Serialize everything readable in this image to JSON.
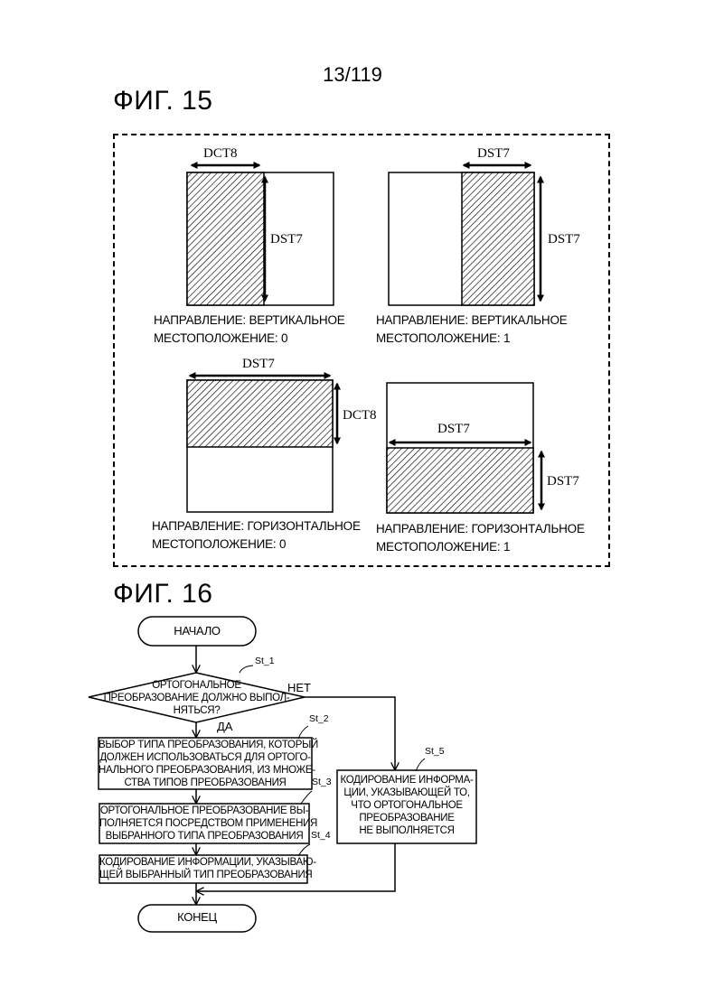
{
  "page_number": "13/119",
  "fig15": {
    "title": "ФИГ. 15",
    "blocks": [
      {
        "top_label": "DCT8",
        "side_label": "DST7",
        "caption1": "НАПРАВЛЕНИЕ: ВЕРТИКАЛЬНОЕ",
        "caption2": "МЕСТОПОЛОЖЕНИЕ: 0"
      },
      {
        "top_label": "DST7",
        "side_label": "DST7",
        "caption1": "НАПРАВЛЕНИЕ: ВЕРТИКАЛЬНОЕ",
        "caption2": "МЕСТОПОЛОЖЕНИЕ: 1"
      },
      {
        "top_label": "DST7",
        "side_label": "DCT8",
        "caption1": "НАПРАВЛЕНИЕ: ГОРИЗОНТАЛЬНОЕ",
        "caption2": "МЕСТОПОЛОЖЕНИЕ: 0"
      },
      {
        "top_label": "DST7",
        "side_label": "DST7",
        "caption1": "НАПРАВЛЕНИЕ: ГОРИЗОНТАЛЬНОЕ",
        "caption2": "МЕСТОПОЛОЖЕНИЕ: 1"
      }
    ]
  },
  "fig16": {
    "title": "ФИГ. 16",
    "start": "НАЧАЛО",
    "end": "КОНЕЦ",
    "decision": {
      "tag": "St_1",
      "lines": [
        "ОРТОГОНАЛЬНОЕ",
        "ПРЕОБРАЗОВАНИЕ ДОЛЖНО ВЫПОЛ-",
        "НЯТЬСЯ?"
      ],
      "yes": "ДА",
      "no": "НЕТ"
    },
    "step2": {
      "tag": "St_2",
      "lines": [
        "ВЫБОР ТИПА ПРЕОБРАЗОВАНИЯ, КОТОРЫЙ",
        "ДОЛЖЕН ИСПОЛЬЗОВАТЬСЯ ДЛЯ ОРТОГО-",
        "НАЛЬНОГО ПРЕОБРАЗОВАНИЯ, ИЗ МНОЖЕ-",
        "СТВА ТИПОВ ПРЕОБРАЗОВАНИЯ"
      ]
    },
    "step3": {
      "tag": "St_3",
      "lines": [
        "ОРТОГОНАЛЬНОЕ ПРЕОБРАЗОВАНИЕ ВЫ-",
        "ПОЛНЯЕТСЯ ПОСРЕДСТВОМ ПРИМЕНЕНИЯ",
        "ВЫБРАННОГО ТИПА ПРЕОБРАЗОВАНИЯ"
      ]
    },
    "step4": {
      "tag": "St_4",
      "lines": [
        "КОДИРОВАНИЕ ИНФОРМАЦИИ, УКАЗЫВАЮ-",
        "ЩЕЙ ВЫБРАННЫЙ ТИП ПРЕОБРАЗОВАНИЯ"
      ]
    },
    "step5": {
      "tag": "St_5",
      "lines": [
        "КОДИРОВАНИЕ ИНФОРМА-",
        "ЦИИ, УКАЗЫВАЮЩЕЙ ТО,",
        "ЧТО ОРТОГОНАЛЬНОЕ",
        "ПРЕОБРАЗОВАНИЕ",
        "НЕ ВЫПОЛНЯЕТСЯ"
      ]
    }
  }
}
